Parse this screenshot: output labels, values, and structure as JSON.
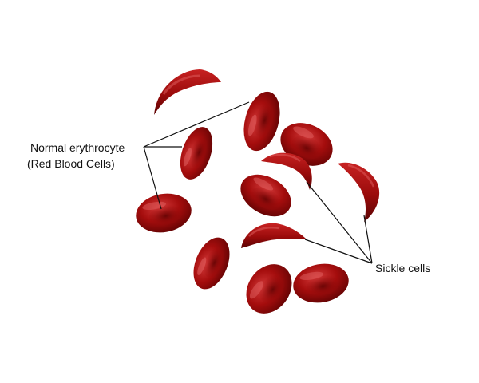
{
  "labels": {
    "normal_title": "Normal erythrocyte",
    "normal_subtitle": "(Red Blood Cells)",
    "sickle": "Sickle cells"
  },
  "colors": {
    "cell_base": "#a50d0d",
    "cell_dark": "#5e0303",
    "cell_highlight": "#e06060",
    "leader_line": "#111111",
    "background": "#ffffff"
  }
}
